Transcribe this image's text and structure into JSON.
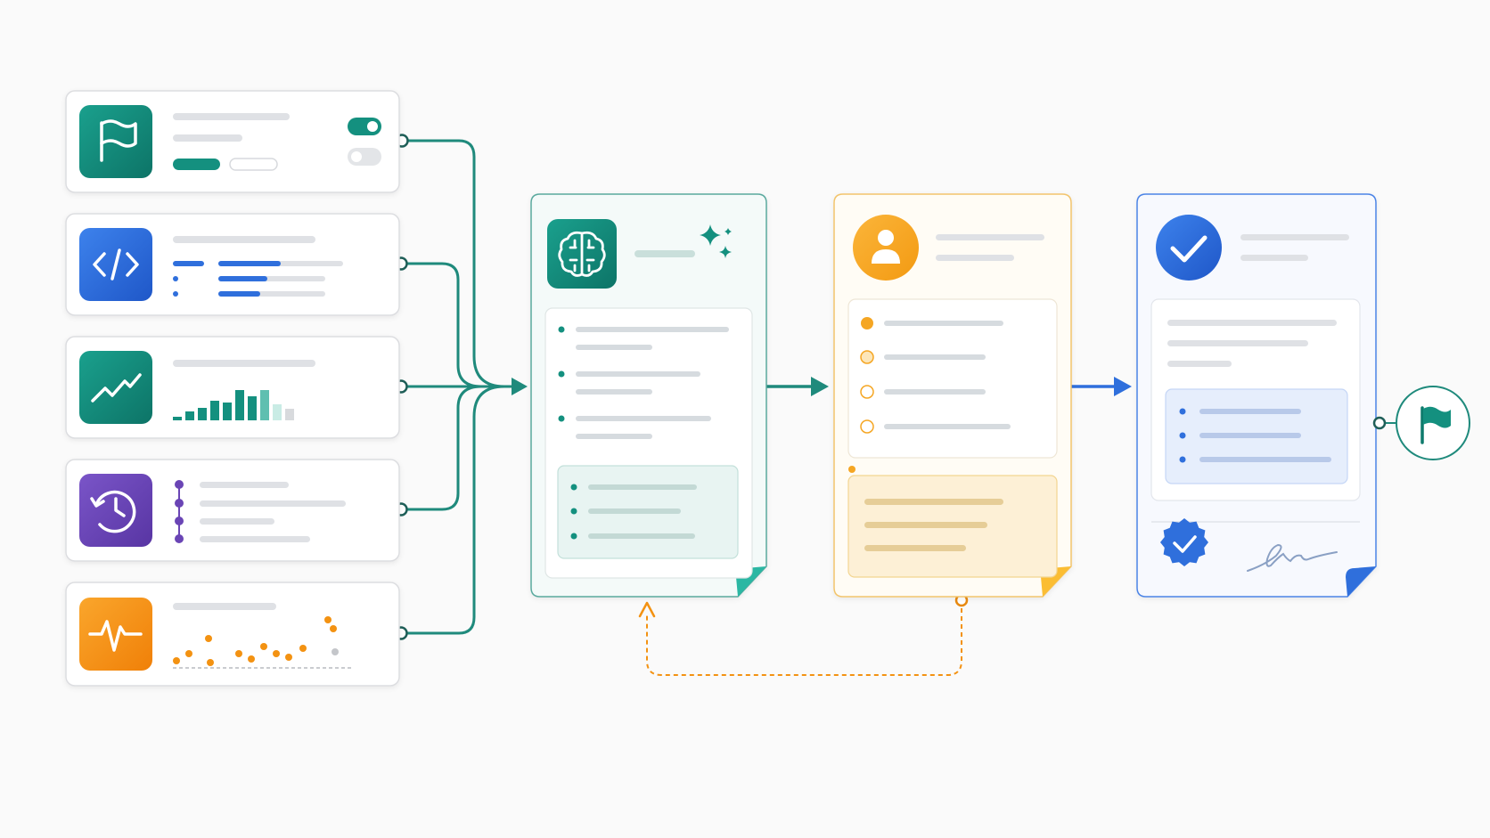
{
  "colors": {
    "teal": "#14907f",
    "teal_dark": "#0e7a6c",
    "blue": "#2f6fdc",
    "purple": "#6a45b5",
    "orange": "#f39212",
    "amber": "#f5a623",
    "connector_teal": "#1f8a7c",
    "connector_blue": "#2f6fdc",
    "feedback_orange": "#f39212",
    "placeholder_gray": "#dfe1e5"
  },
  "sources": [
    {
      "id": "goal",
      "icon": "flag-icon",
      "accent": "#14907f"
    },
    {
      "id": "code",
      "icon": "code-icon",
      "accent": "#2f6fdc"
    },
    {
      "id": "metrics",
      "icon": "trend-chart-icon",
      "accent": "#14907f"
    },
    {
      "id": "history",
      "icon": "history-clock-icon",
      "accent": "#6a45b5"
    },
    {
      "id": "monitoring",
      "icon": "pulse-icon",
      "accent": "#f39212"
    }
  ],
  "stages": [
    {
      "id": "reasoning",
      "icon": "brain-icon",
      "accent": "#14907f"
    },
    {
      "id": "review",
      "icon": "user-icon",
      "accent": "#f5a623"
    },
    {
      "id": "approval",
      "icon": "check-circle-icon",
      "accent": "#2f6fdc"
    }
  ],
  "end_node": {
    "icon": "flag-icon",
    "accent": "#14907f"
  },
  "decor": {
    "sparkle": "sparkle-icon",
    "badge": "verified-badge-icon",
    "signature": "signature-icon"
  }
}
